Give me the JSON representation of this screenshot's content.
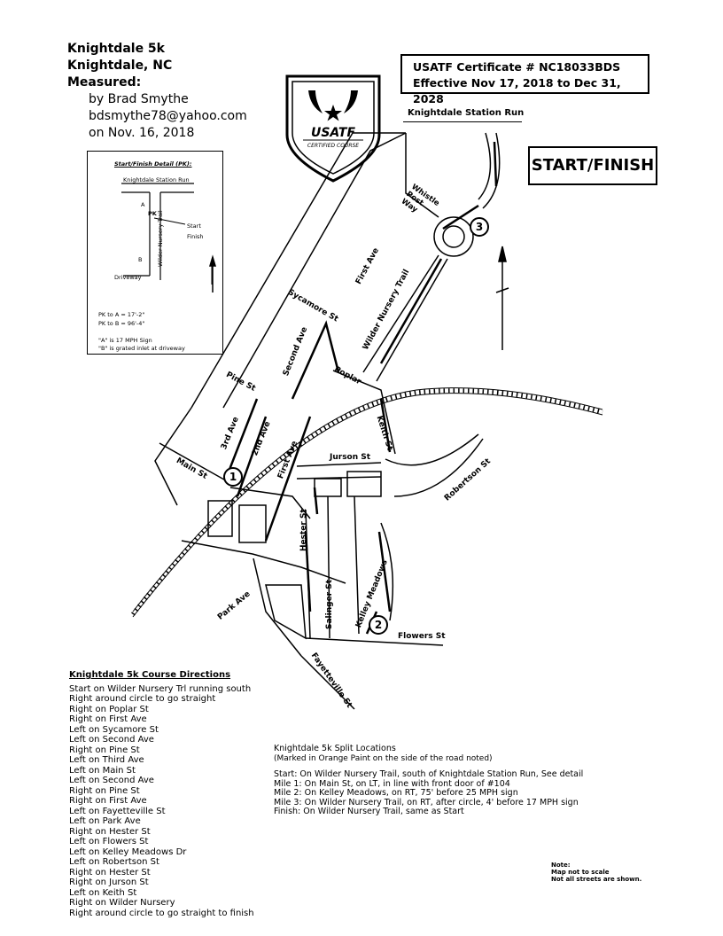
{
  "header": {
    "line1": "Knightdale 5k",
    "line2": "Knightdale, NC",
    "line3": "Measured:",
    "line4": "by  Brad  Smythe",
    "line5": "bdsmythe78@yahoo.com",
    "line6": "on  Nov. 16, 2018"
  },
  "certificate": {
    "line1": "USATF  Certificate  #   NC18033BDS",
    "line2": "Effective  Nov 17, 2018  to  Dec 31, 2028"
  },
  "logo": {
    "text": "USATF",
    "subtext": "CERTIFIED COURSE"
  },
  "start_finish_label": "START/FINISH",
  "detail_box": {
    "title": "Start/Finish Detail (PK):",
    "station_run": "Knightdale Station Run",
    "pk": "PK",
    "start": "Start",
    "finish": "Finish",
    "a": "A",
    "b": "B",
    "trail": "Wilder Nursery Trail",
    "driveway": "Driveway",
    "pk_a": "PK  to  A   =    17'-2\"",
    "pk_b": "PK  to  B   =    96'-4\"",
    "note_a": "\"A\"  is 17  MPH  Sign",
    "note_b": "\"B\"  is grated  inlet at driveway"
  },
  "streets": {
    "knightdale_station_run": "Knightdale Station Run",
    "whistle_post_way": [
      "Whistle",
      "Post",
      "Way"
    ],
    "first_ave_top": "First Ave",
    "wilder_nursery_trail": "Wilder Nursery Trail",
    "sycamore": "Sycamore St",
    "second_ave": "Second Ave",
    "poplar": "Poplar",
    "pine": "Pine St",
    "third_ave": "3rd Ave",
    "second_ave_b": "2nd Ave",
    "first_ave_b": "First Ave",
    "main": "Main St",
    "keith": "Keith St",
    "robertson": "Robertson St",
    "jurson": "Jurson St",
    "hester": "Hester St",
    "salinger": "Salinger St",
    "kelley_meadows": "Kelley Meadows",
    "flowers": "Flowers St",
    "park_ave": "Park Ave",
    "fayetteville": "Fayetteville St"
  },
  "mile_markers": {
    "m1": "1",
    "m2": "2",
    "m3": "3"
  },
  "directions": {
    "title": "Knightdale 5k Course Directions",
    "items": [
      "Start on Wilder Nursery Trl running south",
      "Right around circle to go straight",
      "Right on Poplar St",
      "Right on First Ave",
      "Left on Sycamore St",
      "Left on Second Ave",
      "Right on Pine St",
      "Left on Third Ave",
      "Left on Main St",
      "Left on Second Ave",
      "Right on Pine St",
      "Right on First Ave",
      "Left on Fayetteville St",
      "Left on Park Ave",
      "Right on Hester St",
      "Left on Flowers St",
      "Left on Kelley Meadows Dr",
      "Left on Robertson St",
      "Right on Hester St",
      "Right on Jurson St",
      "Left on Keith St",
      "Right on Wilder Nursery",
      "Right around circle to go straight to finish"
    ]
  },
  "splits": {
    "title": "Knightdale 5k Split Locations",
    "subtitle": "(Marked in Orange Paint on the side of the road noted)",
    "items": [
      "Start: On Wilder Nursery Trail, south of Knightdale Station Run, See detail",
      "Mile 1: On Main St, on LT, in line with front door of #104",
      "Mile 2: On Kelley Meadows, on RT, 75' before 25 MPH sign",
      "Mile 3: On Wilder Nursery Trail, on RT, after circle, 4' before 17 MPH sign",
      "Finish: On Wilder Nursery Trail, same as Start"
    ]
  },
  "note": {
    "line1": "Note:",
    "line2": "Map not to scale",
    "line3": "Not all streets are shown."
  }
}
